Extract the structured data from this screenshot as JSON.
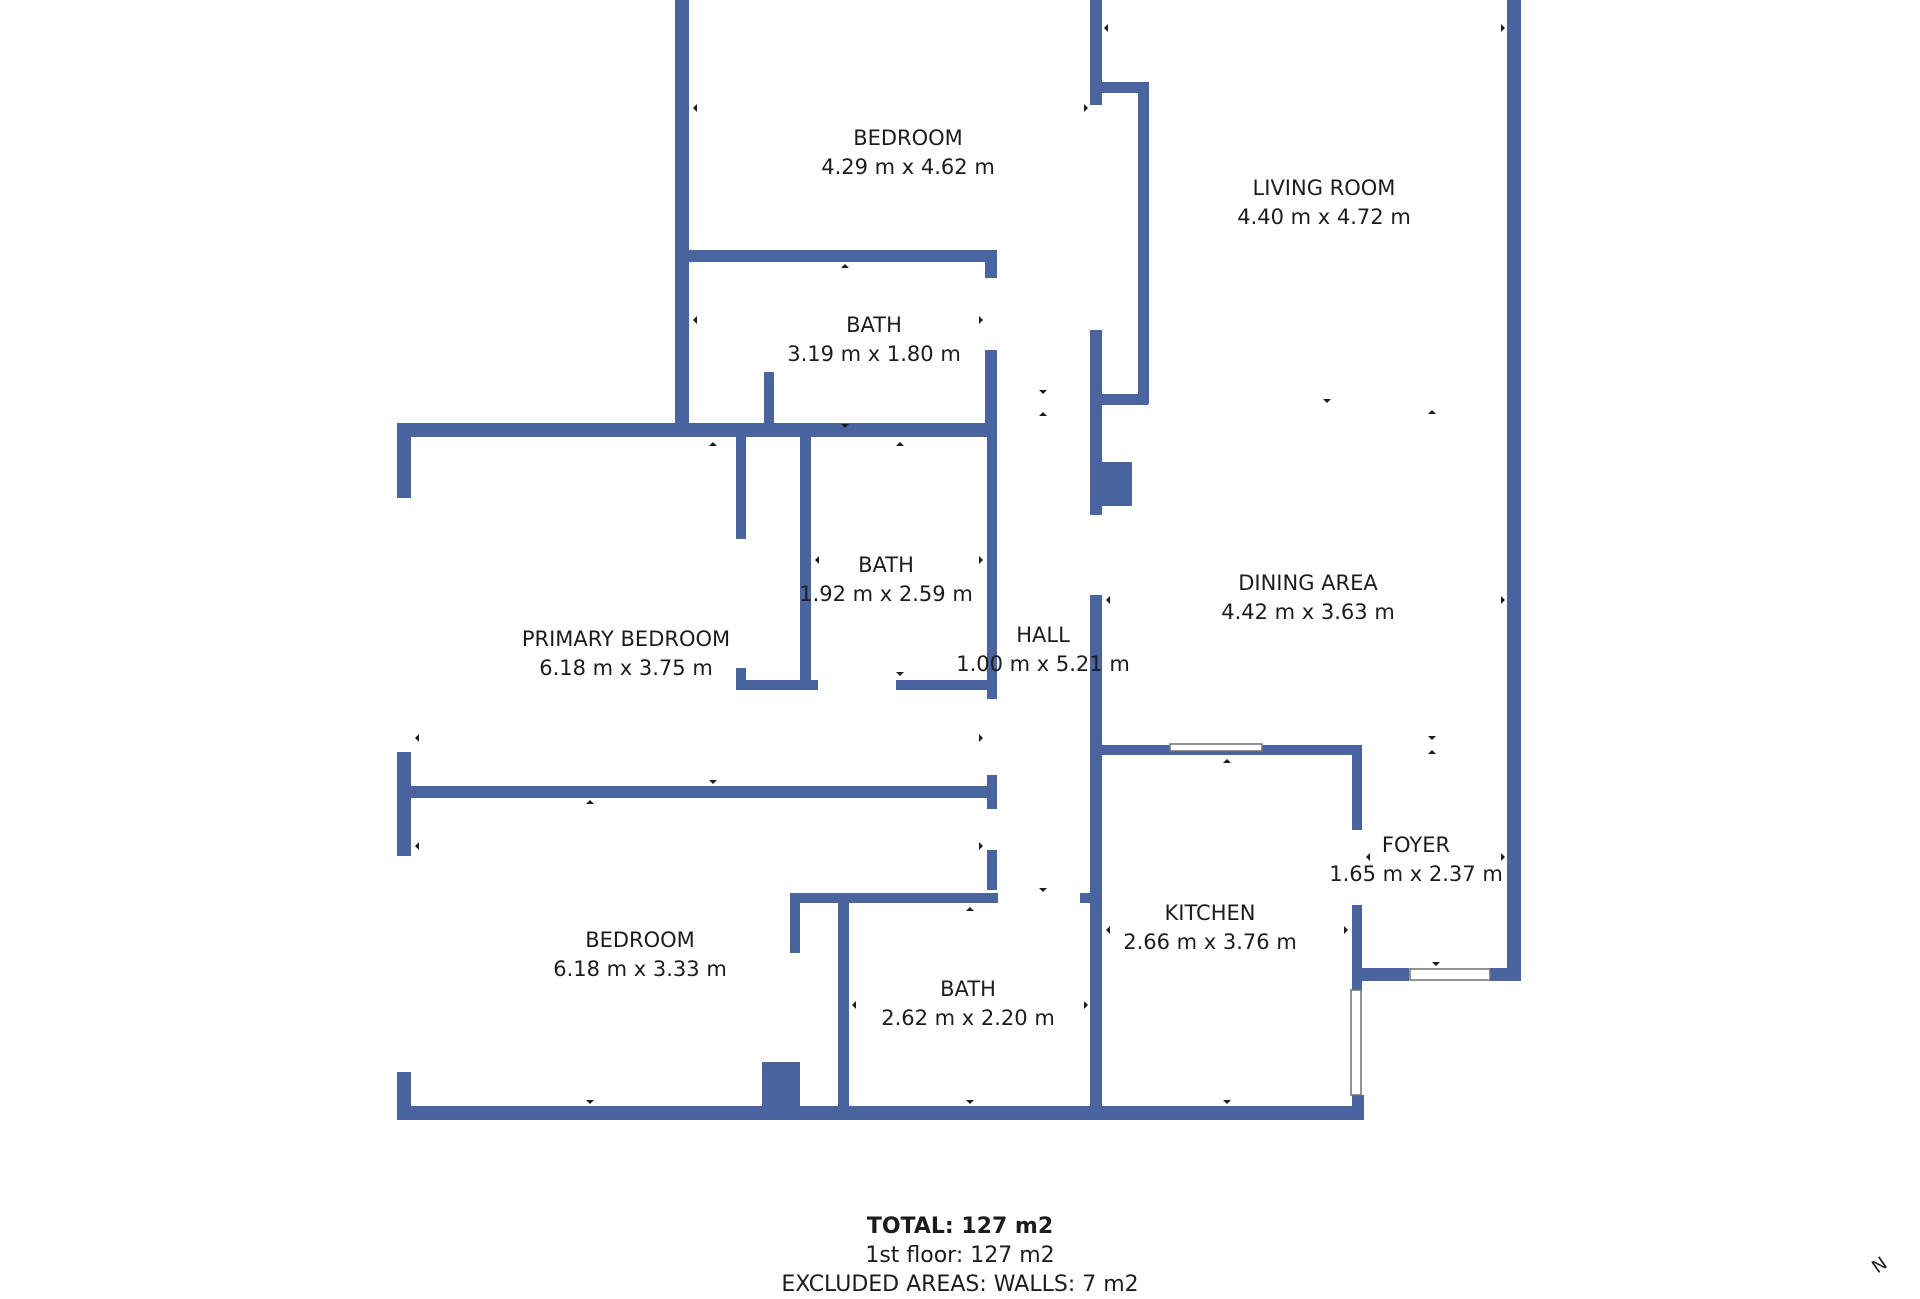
{
  "rooms": {
    "bedroom_top": {
      "name": "BEDROOM",
      "dims": "4.29 m x 4.62 m"
    },
    "living_room": {
      "name": "LIVING ROOM",
      "dims": "4.40 m x 4.72 m"
    },
    "bath_upper": {
      "name": "BATH",
      "dims": "3.19 m x 1.80 m"
    },
    "bath_middle": {
      "name": "BATH",
      "dims": "1.92 m x 2.59 m"
    },
    "primary_bedroom": {
      "name": "PRIMARY BEDROOM",
      "dims": "6.18 m x 3.75 m"
    },
    "hall": {
      "name": "HALL",
      "dims": "1.00 m x 5.21 m"
    },
    "dining_area": {
      "name": "DINING AREA",
      "dims": "4.42 m x 3.63 m"
    },
    "foyer": {
      "name": "FOYER",
      "dims": "1.65 m x 2.37 m"
    },
    "kitchen": {
      "name": "KITCHEN",
      "dims": "2.66 m x 3.76 m"
    },
    "bedroom_bottom": {
      "name": "BEDROOM",
      "dims": "6.18 m x 3.33 m"
    },
    "bath_lower": {
      "name": "BATH",
      "dims": "2.62 m x 2.20 m"
    }
  },
  "summary": {
    "total": "TOTAL: 127 m2",
    "floor": "1st floor: 127 m2",
    "excluded": "EXCLUDED AREAS: WALLS: 7 m2"
  },
  "compass_label": "N",
  "colors": {
    "wall": "#4a64a0",
    "text": "#1c1c1c",
    "background": "#ffffff"
  }
}
